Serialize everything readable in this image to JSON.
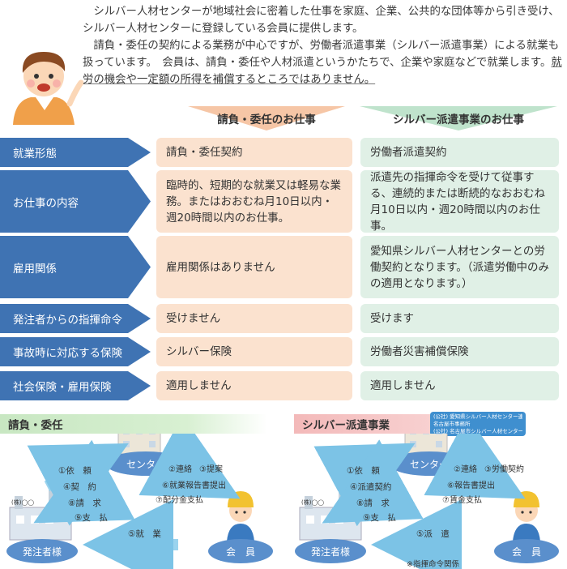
{
  "intro": {
    "p1": "シルバー人材センターが地域社会に密着した仕事を家庭、企業、公共的な団体等から引き受け、シルバー人材センターに登録している会員に提供します。",
    "p2a": "請負・委任の契約による業務が中心ですが、労働者派遣事業（シルバー派遣事業）による就業も扱っています。　会員は、請負・委任や人材派遣というかたちで、企業や家庭などで就業します。",
    "p2b": "就労の機会や一定額の所得を補償するところではありません。"
  },
  "columns": {
    "ukeoi": "請負・委任のお仕事",
    "haken": "シルバー派遣事業のお仕事"
  },
  "rows": [
    {
      "label": "就業形態",
      "ukeoi": "請負・委任契約",
      "haken": "労働者派遣契約"
    },
    {
      "label": "お仕事の内容",
      "ukeoi": "臨時的、短期的な就業又は軽易な業務。またはおおむね月10日以内・週20時間以内のお仕事。",
      "haken": "派遣先の指揮命令を受けて従事する、連続的または断続的なおおむね月10日以内・週20時間以内のお仕事。"
    },
    {
      "label": "雇用関係",
      "ukeoi": "雇用関係はありません",
      "haken": "愛知県シルバー人材センターとの労働契約となります。（派遣労働中のみの適用となります。）"
    },
    {
      "label": "発注者からの指揮命令",
      "ukeoi": "受けません",
      "haken": "受けます"
    },
    {
      "label": "事故時に対応する保険",
      "ukeoi": "シルバー保険",
      "haken": "労働者災害補償保険"
    },
    {
      "label": "社会保険・雇用保険",
      "ukeoi": "適用しません",
      "haken": "適用しません"
    }
  ],
  "diagram_ukeoi": {
    "title": "請負・委任",
    "center": "センター",
    "client": "発注者様",
    "member": "会　員",
    "client_to_center": [
      "①依　頼",
      "④契　約"
    ],
    "center_to_client": [
      "⑧請　求",
      "⑨支　払"
    ],
    "center_to_member": [
      "②連絡",
      "③提案",
      "⑥就業報告書提出",
      "⑦配分金支払"
    ],
    "member_to_client": "⑤就　業",
    "client_sign": "(株)◯◯"
  },
  "diagram_haken": {
    "title": "シルバー派遣事業",
    "info_lines": [
      "(公社) 愛知県シルバー人材センター連合会",
      "名古屋市事務所",
      "(公社) 名古屋市シルバー人材センター"
    ],
    "center": "センター",
    "client": "発注者様",
    "member": "会　員",
    "client_to_center": [
      "①依　頼",
      "④派遣契約"
    ],
    "center_to_client": [
      "⑧請　求",
      "⑨支　払"
    ],
    "center_to_member": [
      "②連絡",
      "③労働契約",
      "⑥報告書提出",
      "⑦賃金支払"
    ],
    "member_to_client": "⑤派　遣",
    "note": "※指揮命令関係",
    "client_sign": "(株)◯◯"
  },
  "colors": {
    "label_blue": "#3f73b3",
    "ukeoi_cell": "#fbe2cf",
    "haken_cell": "#e0f0e6",
    "arrow_blue": "#9ad3ee",
    "ground_blue": "#5a8fcc"
  }
}
